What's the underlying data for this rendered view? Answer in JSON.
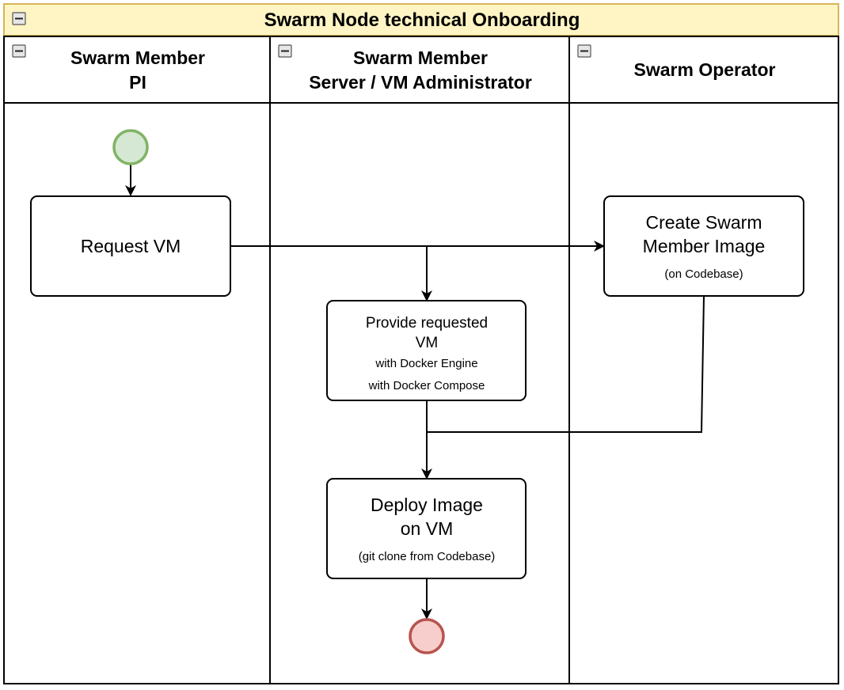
{
  "pool": {
    "title": "Swarm Node technical Onboarding",
    "header_color": "#fff4c3",
    "header_border": "#d6b656",
    "collapse_icon": "minus-square-icon"
  },
  "lanes": [
    {
      "title_line1": "Swarm Member",
      "title_line2": "PI",
      "collapse_icon": "minus-square-icon"
    },
    {
      "title_line1": "Swarm Member",
      "title_line2": "Server / VM Administrator",
      "collapse_icon": "minus-square-icon"
    },
    {
      "title_line1": "Swarm Operator",
      "title_line2": "",
      "collapse_icon": "minus-square-icon"
    }
  ],
  "nodes": {
    "start_event": {
      "fill": "#d5e8d4",
      "stroke": "#82b366"
    },
    "end_event": {
      "fill": "#f8cecc",
      "stroke": "#b85450"
    },
    "request_vm": {
      "label": "Request VM"
    },
    "create_image": {
      "line1": "Create Swarm",
      "line2": "Member Image",
      "sub": "(on Codebase)"
    },
    "provide_vm": {
      "line1": "Provide requested",
      "line2": "VM",
      "sub1": "with Docker Engine",
      "sub2": "with Docker Compose"
    },
    "deploy_image": {
      "line1": "Deploy Image",
      "line2": "on VM",
      "sub": "(git clone from Codebase)"
    }
  },
  "edges": [
    {
      "from": "start_event",
      "to": "request_vm"
    },
    {
      "from": "request_vm",
      "to": "create_image"
    },
    {
      "from": "request_vm",
      "to": "provide_vm"
    },
    {
      "from": "provide_vm",
      "to": "deploy_image"
    },
    {
      "from": "create_image",
      "to": "deploy_image"
    },
    {
      "from": "deploy_image",
      "to": "end_event"
    }
  ]
}
